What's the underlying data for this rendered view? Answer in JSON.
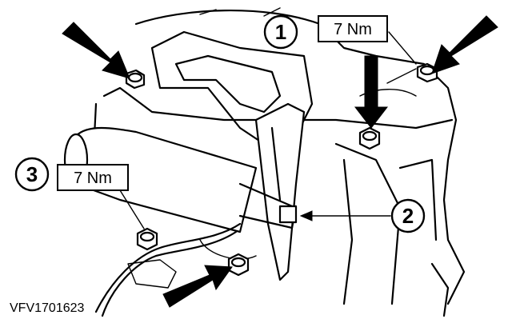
{
  "callouts": {
    "one": "1",
    "two": "2",
    "three": "3"
  },
  "torque_labels": {
    "upper": "7 Nm",
    "lower": "7 Nm"
  },
  "reference_code": "VFV1701623"
}
